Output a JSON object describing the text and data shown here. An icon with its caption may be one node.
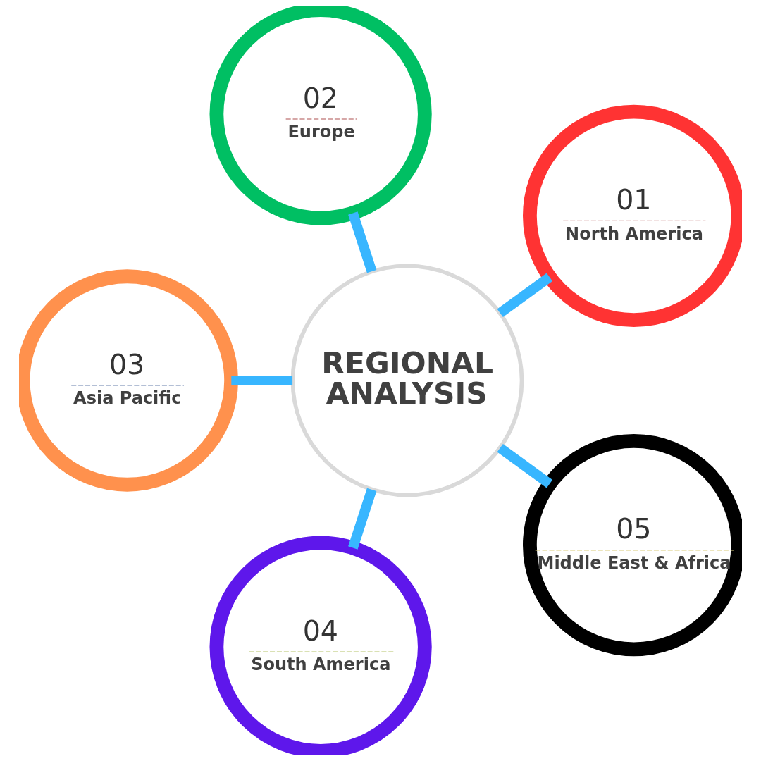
{
  "diagram": {
    "nodes": [
      {
        "text": [
          "REGIONAL ANALYSIS"
        ]
      },
      {
        "text": [
          "01",
          "North America"
        ]
      },
      {
        "text": [
          "02",
          "Europe"
        ]
      },
      {
        "text": [
          "03",
          "Asia Pacific"
        ]
      },
      {
        "text": [
          "04",
          "South America"
        ]
      },
      {
        "text": [
          "05",
          "Middle East & Africa"
        ]
      }
    ],
    "edges": [
      {
        "from": 0,
        "to": 1,
        "arrow": "none"
      },
      {
        "from": 0,
        "to": 2,
        "arrow": "none"
      },
      {
        "from": 0,
        "to": 3,
        "arrow": "none"
      },
      {
        "from": 0,
        "to": 4,
        "arrow": "none"
      },
      {
        "from": 0,
        "to": 5,
        "arrow": "none"
      }
    ]
  }
}
